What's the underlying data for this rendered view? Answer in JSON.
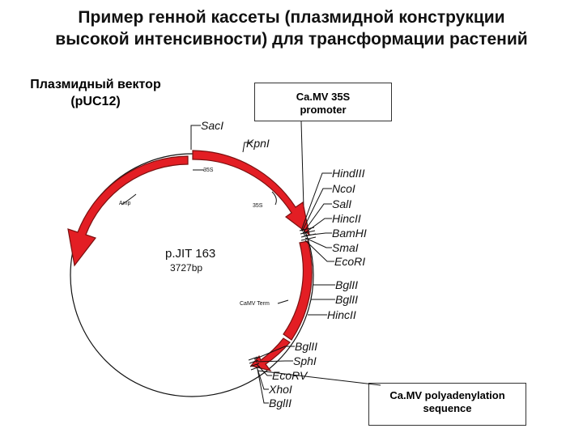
{
  "title_line1": "Пример генной кассеты (плазмидной конструкции",
  "title_line2": "высокой интенсивности) для трансформации растений",
  "vector_label_line1": "Плазмидный вектор",
  "vector_label_line2": "(pUC12)",
  "promoter_box_line1": "Ca.MV 35S",
  "promoter_box_line2": "promoter",
  "polya_box_line1": "Ca.MV polyadenylation",
  "polya_box_line2": "sequence",
  "plasmid_name": "p.JIT 163",
  "plasmid_size": "3727bp",
  "features": {
    "s35_top": "35S",
    "amp": "Amp",
    "s35_right": "35S",
    "camv_term": "CaMV Term"
  },
  "sites": {
    "sacI": "SacI",
    "kpnI": "KpnI",
    "mcs1": [
      "HindIII",
      "NcoI",
      "SalI",
      "HincII",
      "BamHI",
      "SmaI",
      "EcoRI"
    ],
    "mid": [
      "BglII",
      "BglII",
      "HincII"
    ],
    "bottom": [
      "BglII",
      "SphI",
      "EcoRV",
      "XhoI",
      "BglII"
    ]
  },
  "colors": {
    "arrow_fill": "#e31e24",
    "arrow_stroke": "#7a1010",
    "line": "#111111"
  }
}
